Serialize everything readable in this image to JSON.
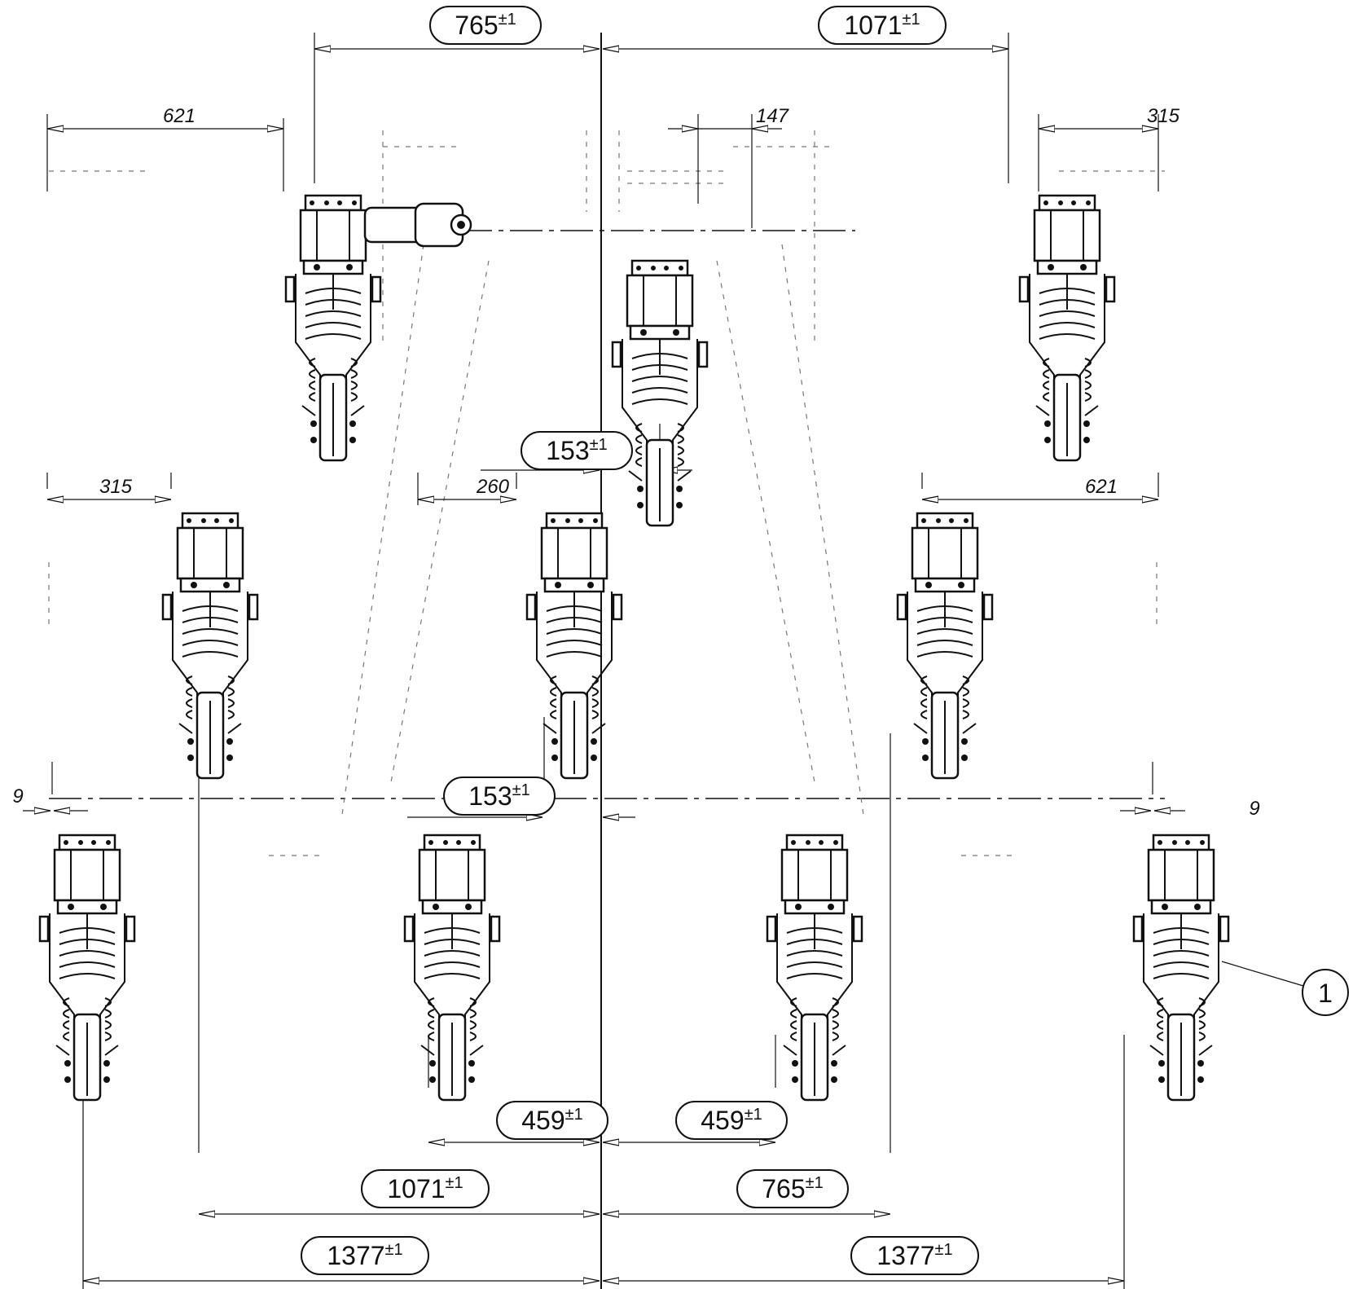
{
  "drawing": {
    "dimensions_main": {
      "top_left": "765",
      "top_right": "1071",
      "mid_upper": "153",
      "mid_lower": "153",
      "bottom_inner_left": "459",
      "bottom_inner_right": "459",
      "bottom_mid_left": "1071",
      "bottom_mid_right": "765",
      "bottom_outer_left": "1377",
      "bottom_outer_right": "1377"
    },
    "tolerance": "±1",
    "dimensions_small": {
      "row1_left": "621",
      "row1_mid": "147",
      "row1_right": "315",
      "row2_left": "315",
      "row2_mid": "260",
      "row2_right": "621",
      "row3_left": "9",
      "row3_right": "9"
    },
    "callout": "1"
  }
}
